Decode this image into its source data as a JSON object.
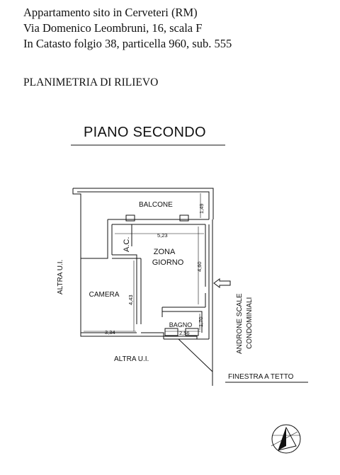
{
  "header": {
    "line1": "Appartamento sito in Cerveteri (RM)",
    "line2": "Via Domenico Leombruni, 16, scala F",
    "line3": "In Catasto folgio 38, particella 960, sub. 555"
  },
  "subtitle": "PLANIMETRIA DI RILIEVO",
  "plan": {
    "floor_title": "PIANO SECONDO",
    "rooms": {
      "balcone": "BALCONE",
      "ac": "A.C.",
      "zona_line1": "ZONA",
      "zona_line2": "GIORNO",
      "camera": "CAMERA",
      "bagno": "BAGNO"
    },
    "dimensions": {
      "balcone_depth": "1,49",
      "width_top": "5,23",
      "height_zona": "4,60",
      "height_camera": "4,43",
      "width_camera": "3,34",
      "bagno_width": "2,56",
      "bagno_height": "1,70"
    },
    "labels": {
      "altra_left": "ALTRA U.I.",
      "altra_bottom": "ALTRA U.I.",
      "androne_line1": "ANDRONE SCALE",
      "androne_line2": "CONDOMINIALI",
      "finestra": "FINESTRA A TETTO"
    }
  },
  "north_arrow_icon": "north-arrow-icon"
}
